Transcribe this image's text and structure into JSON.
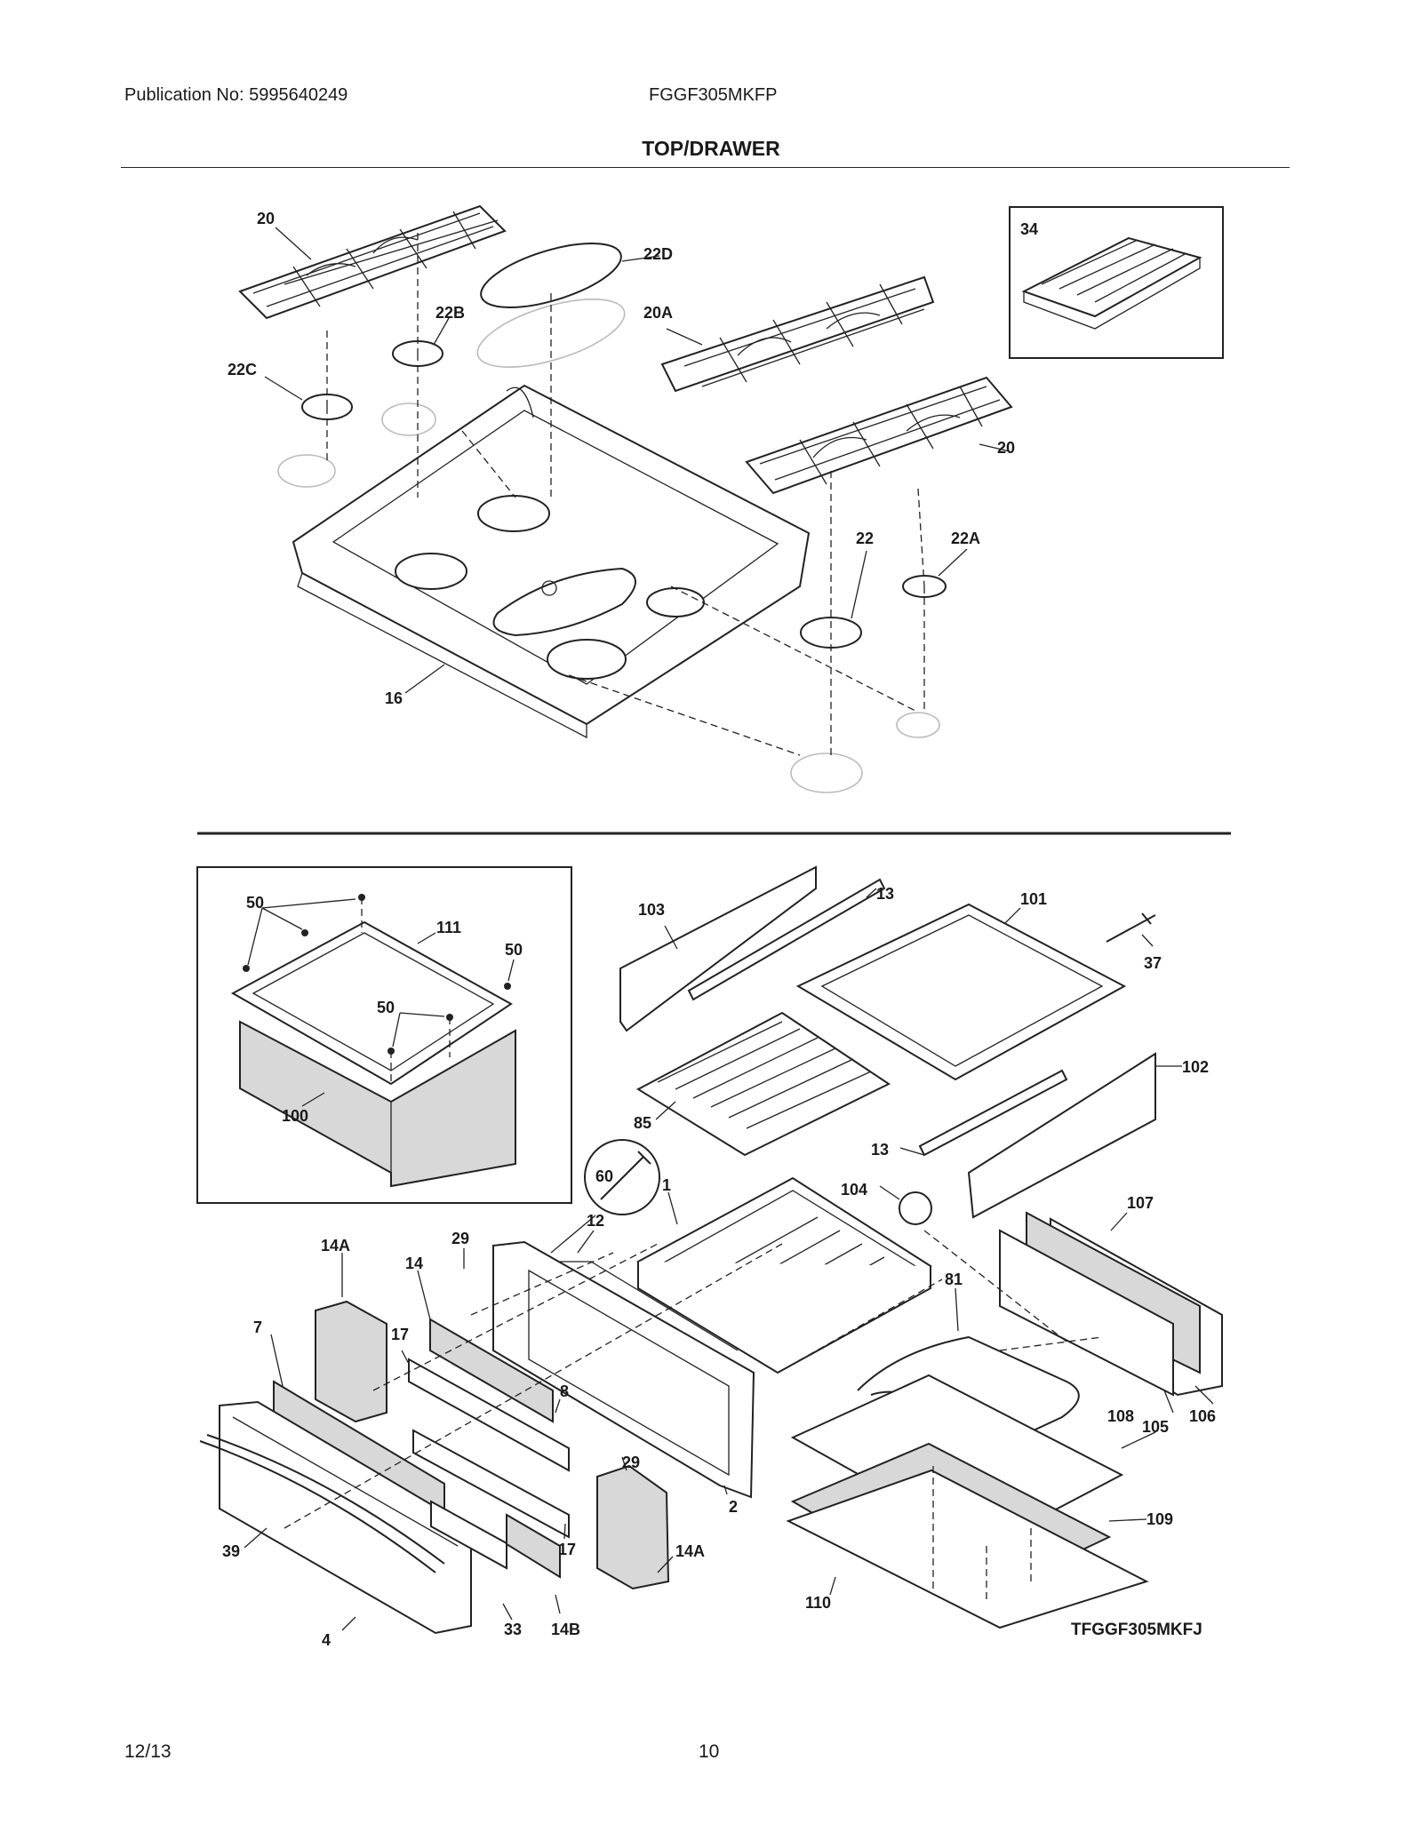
{
  "header": {
    "publication": "Publication No: 5995640249",
    "model": "FGGF305MKFP",
    "section_title": "TOP/DRAWER"
  },
  "diagram": {
    "code": "TFGGF305MKFJ",
    "callouts": {
      "c20a": "20",
      "c22d": "22D",
      "c22b": "22B",
      "c20A": "20A",
      "c22c": "22C",
      "c20b": "20",
      "c22": "22",
      "c22A": "22A",
      "c16": "16",
      "c34": "34",
      "c50a": "50",
      "c111": "111",
      "c50b": "50",
      "c50c": "50",
      "c100": "100",
      "c103": "103",
      "c13a": "13",
      "c101": "101",
      "c37": "37",
      "c102": "102",
      "c85": "85",
      "c13b": "13",
      "c60": "60",
      "c104": "104",
      "c1": "1",
      "c107": "107",
      "c29a": "29",
      "c12": "12",
      "c14A": "14A",
      "c14": "14",
      "c7": "7",
      "c17a": "17",
      "c81": "81",
      "c8": "8",
      "c106": "106",
      "c105": "105",
      "c108": "108",
      "c29b": "29",
      "c2": "2",
      "c109": "109",
      "c39": "39",
      "c17b": "17",
      "c14Ab": "14A",
      "c110": "110",
      "c4": "4",
      "c33": "33",
      "c14B": "14B"
    }
  },
  "footer": {
    "date": "12/13",
    "page": "10"
  }
}
